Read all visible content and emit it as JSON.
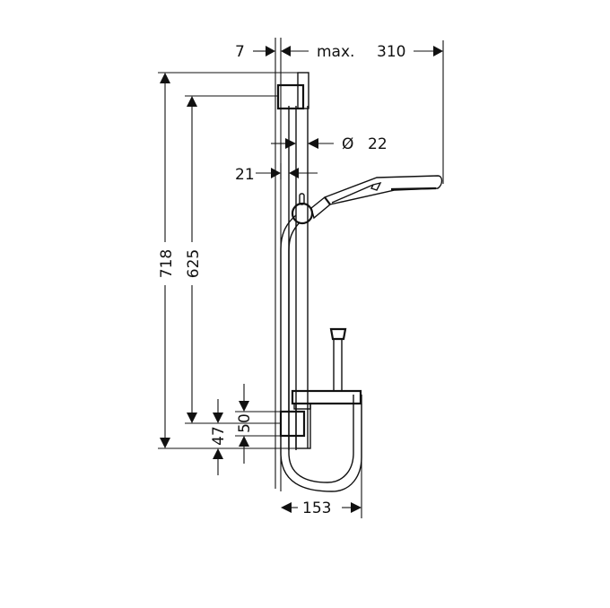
{
  "diagram": {
    "type": "technical-dimension-drawing",
    "subject": "shower rail set with hand shower and soap dish",
    "colors": {
      "line": "#111111",
      "background": "#ffffff"
    },
    "dimensions": {
      "wall_offset": {
        "value": "7"
      },
      "max_projection_prefix": "max.",
      "max_projection": {
        "value": "310"
      },
      "rail_diameter": {
        "symbol": "Ø",
        "value": "22"
      },
      "rail_wall_gap": {
        "value": "21"
      },
      "total_height": {
        "value": "718"
      },
      "bracket_spacing": {
        "value": "625"
      },
      "lower_bracket_height": {
        "value": "50"
      },
      "bottom_offset": {
        "value": "47"
      },
      "shelf_width": {
        "value": "153"
      }
    }
  }
}
